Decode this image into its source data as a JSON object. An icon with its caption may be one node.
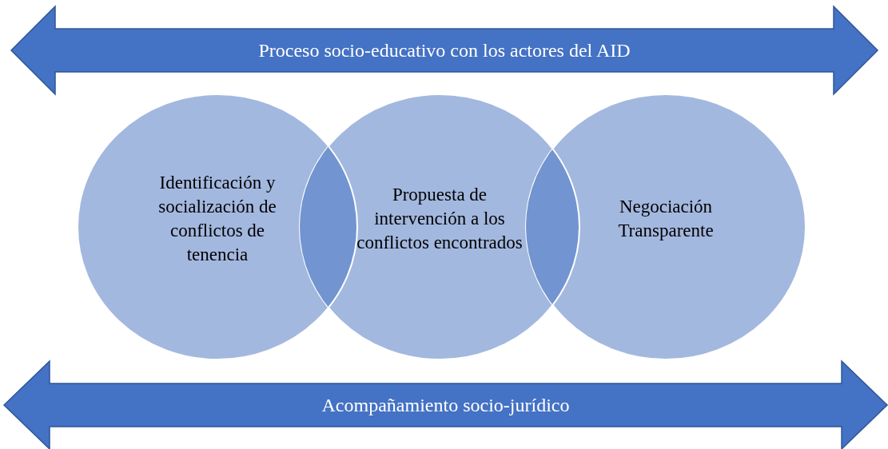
{
  "diagram": {
    "nodes": [
      {
        "text": [
          "Proceso socio-educativo con los actores del AID"
        ]
      },
      {
        "text": [
          "Identificación y socialización de conflictos de tenencia"
        ]
      },
      {
        "text": [
          "Propuesta de intervención a los conflictos encontrados"
        ]
      },
      {
        "text": [
          "Negociación Transparente"
        ]
      },
      {
        "text": [
          "Acompañamiento socio-jurídico"
        ]
      }
    ]
  }
}
